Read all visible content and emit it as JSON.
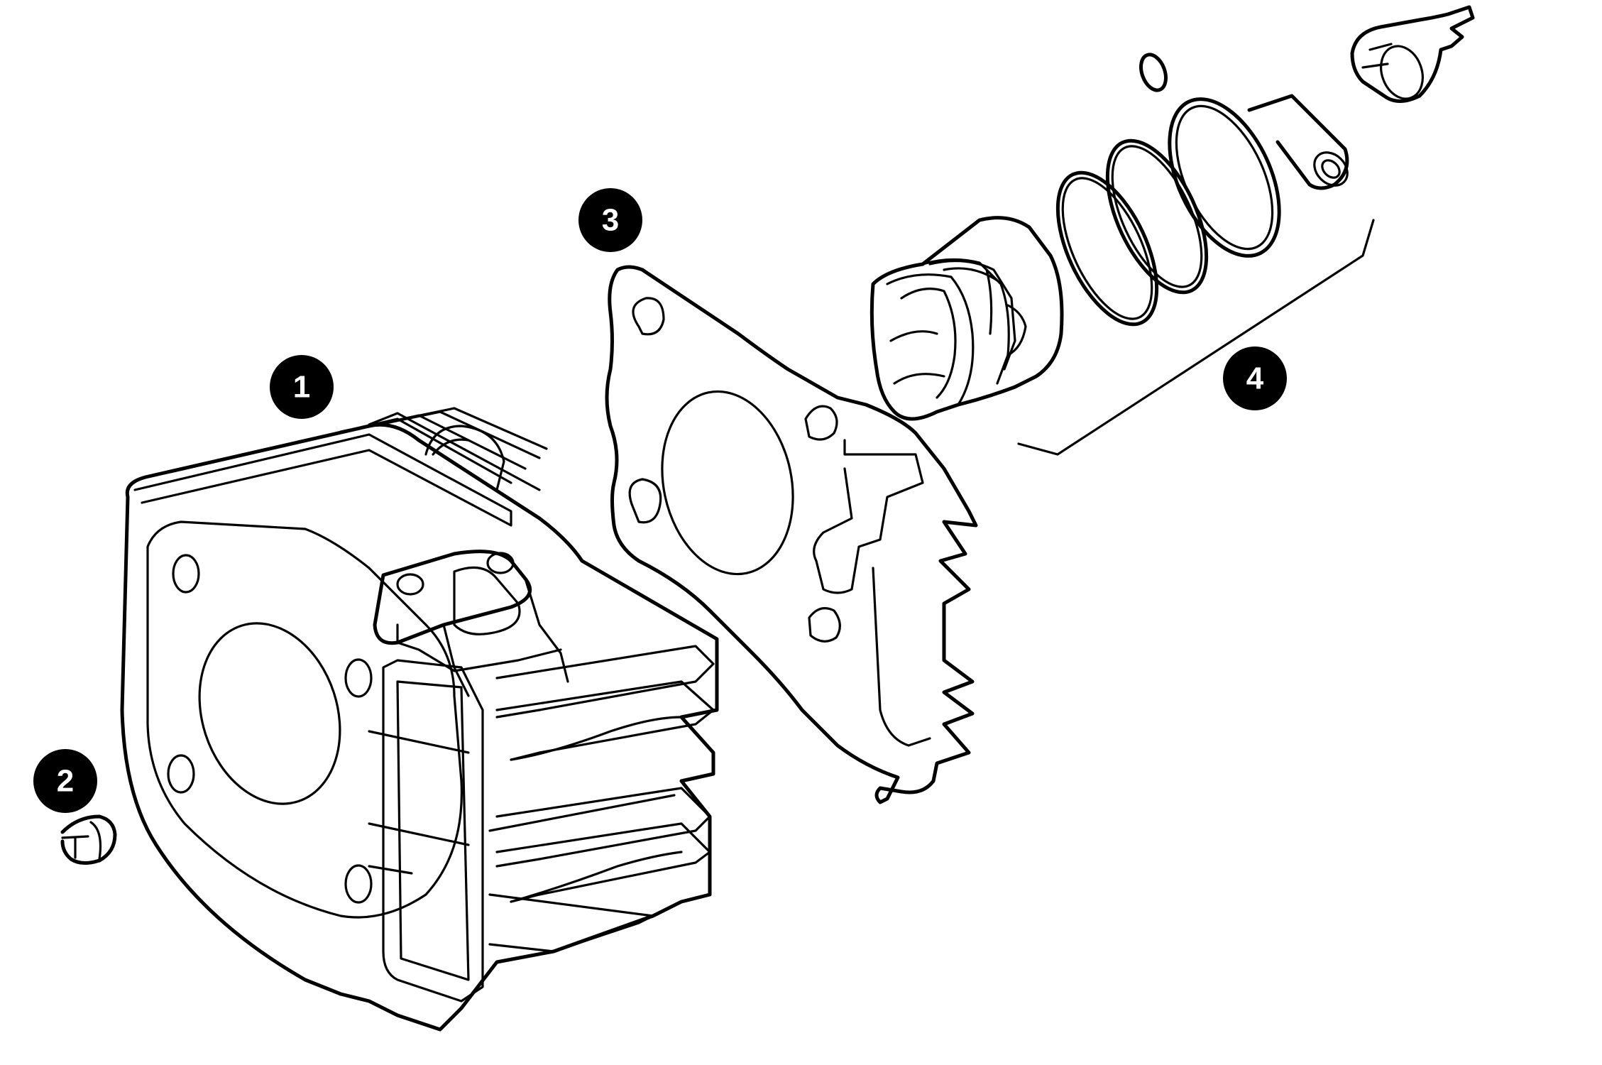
{
  "diagram": {
    "callouts": [
      {
        "id": "1",
        "label": "1"
      },
      {
        "id": "2",
        "label": "2"
      },
      {
        "id": "3",
        "label": "3"
      },
      {
        "id": "4",
        "label": "4"
      }
    ],
    "colors": {
      "line": "#000000",
      "background": "#ffffff",
      "callout_fill": "#000000",
      "callout_text": "#ffffff"
    }
  }
}
